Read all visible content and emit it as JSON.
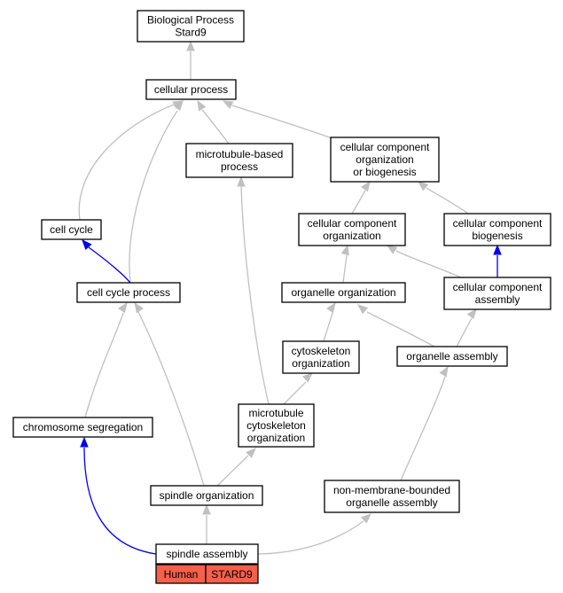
{
  "nodes": {
    "biological_process": [
      "Biological Process",
      "Stard9"
    ],
    "cellular_process": [
      "cellular process"
    ],
    "microtubule_based_process": [
      "microtubule-based",
      "process"
    ],
    "ccob": [
      "cellular component",
      "organization",
      "or biogenesis"
    ],
    "cell_cycle": [
      "cell cycle"
    ],
    "cc_organization": [
      "cellular component",
      "organization"
    ],
    "cc_biogenesis": [
      "cellular component",
      "biogenesis"
    ],
    "cell_cycle_process": [
      "cell cycle process"
    ],
    "organelle_organization": [
      "organelle organization"
    ],
    "cc_assembly": [
      "cellular component",
      "assembly"
    ],
    "cytoskeleton_organization": [
      "cytoskeleton",
      "organization"
    ],
    "organelle_assembly": [
      "organelle assembly"
    ],
    "chromosome_segregation": [
      "chromosome segregation"
    ],
    "mt_cytoskeleton_organization": [
      "microtubule",
      "cytoskeleton",
      "organization"
    ],
    "spindle_organization": [
      "spindle organization"
    ],
    "nmb_organelle_assembly": [
      "non-membrane-bounded",
      "organelle assembly"
    ],
    "spindle_assembly": [
      "spindle assembly"
    ]
  },
  "gene_annotation": {
    "species": "Human",
    "gene": "STARD9",
    "color": "#f4604a"
  },
  "edge_colors": {
    "is_a": "#c0c0c0",
    "part_of": "#0000ee"
  }
}
